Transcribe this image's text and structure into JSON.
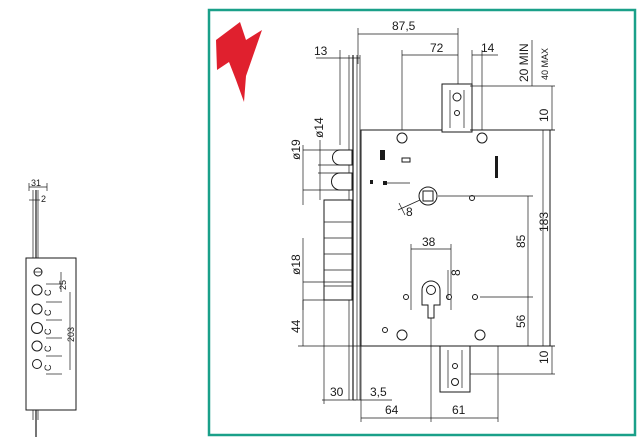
{
  "colors": {
    "frame": "#1aa089",
    "bolt": "#e0202e",
    "ink": "#1a1a1a"
  },
  "icons": {
    "bolt": "lightning-bolt-icon"
  },
  "side_view": {
    "dim_top": "31",
    "dim_offset": "2",
    "dim_pitch": "25",
    "dim_length": "203",
    "pin_labels": [
      "C",
      "C",
      "C",
      "C",
      "C"
    ]
  },
  "main_view": {
    "dim_87_5": "87,5",
    "dim_72": "72",
    "dim_14_top": "14",
    "dim_13": "13",
    "dim_20_min": "20 MIN",
    "dim_40_max": "40 MAX",
    "dim_10_top": "10",
    "dim_dia_19": "ø19",
    "dim_dia_14": "ø14",
    "dim_square_8": "8",
    "dim_183": "183",
    "dim_85": "85",
    "dim_38": "38",
    "dim_8": "8",
    "dim_dia_18": "ø18",
    "dim_56": "56",
    "dim_44": "44",
    "dim_10_bottom": "10",
    "dim_30": "30",
    "dim_3_5": "3,5",
    "dim_64": "64",
    "dim_61": "61"
  }
}
